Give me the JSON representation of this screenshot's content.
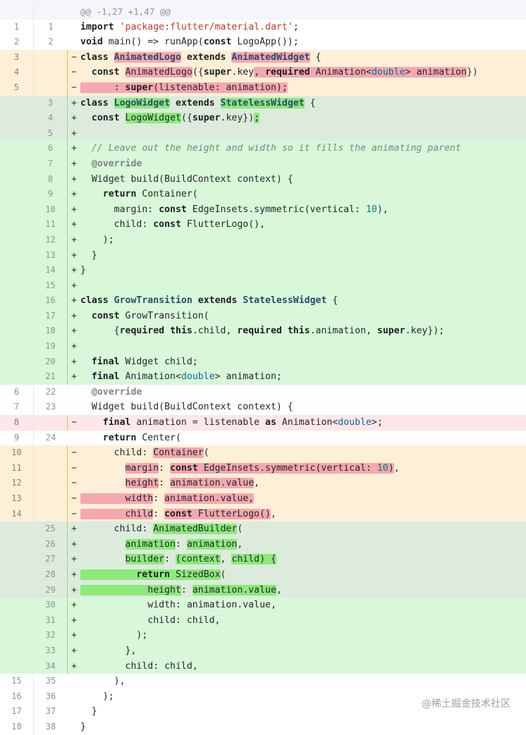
{
  "hunk_header": "@@ -1,27 +1,47 @@",
  "watermark": "@稀土掘金技术社区",
  "lines": [
    {
      "type": "ctx",
      "old": "1",
      "new": "1",
      "sign": "",
      "html": "<span class='k'>import</span> <span class='s'>'package:flutter/material.dart'</span>;"
    },
    {
      "type": "ctx",
      "old": "2",
      "new": "2",
      "sign": "",
      "html": "<span class='k'>void</span> main() =&gt; runApp(<span class='k'>const</span> LogoApp());"
    },
    {
      "type": "del",
      "old": "3",
      "new": "",
      "sign": "−",
      "html": "<span class='k'>class</span> <span class='hd cls'>AnimatedLogo</span> <span class='k'>extends</span> <span class='hd cls'>AnimatedWidget</span> {"
    },
    {
      "type": "del",
      "old": "4",
      "new": "",
      "sign": "−",
      "html": "  <span class='k'>const</span> <span class='hd'>AnimatedLogo</span>({<span class='k'>super</span>.key<span class='hd'>, <span class='k'>required</span> Animation&lt;<span class='t'>double</span>&gt; animation</span>})"
    },
    {
      "type": "del",
      "old": "5",
      "new": "",
      "sign": "−",
      "html": "<span class='hd'>      : <span class='k'>super</span>(listenable: animation);</span>"
    },
    {
      "type": "add mod",
      "old": "",
      "new": "3",
      "sign": "+",
      "html": "<span class='k'>class</span> <span class='ha cls'>LogoWidget</span> <span class='k'>extends</span> <span class='ha cls'>StatelessWidget</span> {"
    },
    {
      "type": "add mod",
      "old": "",
      "new": "4",
      "sign": "+",
      "html": "  <span class='k'>const</span> <span class='ha'>LogoWidget</span>({<span class='k'>super</span>.key})<span class='ha'>;</span>"
    },
    {
      "type": "add mod",
      "old": "",
      "new": "5",
      "sign": "+",
      "html": ""
    },
    {
      "type": "add",
      "old": "",
      "new": "6",
      "sign": "+",
      "html": "  <span class='c'>// Leave out the height and width so it fills the animating parent</span>"
    },
    {
      "type": "add",
      "old": "",
      "new": "7",
      "sign": "+",
      "html": "  <span class='a'>@override</span>"
    },
    {
      "type": "add",
      "old": "",
      "new": "8",
      "sign": "+",
      "html": "  Widget build(BuildContext context) {"
    },
    {
      "type": "add",
      "old": "",
      "new": "9",
      "sign": "+",
      "html": "    <span class='k'>return</span> Container("
    },
    {
      "type": "add",
      "old": "",
      "new": "10",
      "sign": "+",
      "html": "      margin: <span class='k'>const</span> EdgeInsets.symmetric(vertical: <span class='n'>10</span>),"
    },
    {
      "type": "add",
      "old": "",
      "new": "11",
      "sign": "+",
      "html": "      child: <span class='k'>const</span> FlutterLogo(),"
    },
    {
      "type": "add",
      "old": "",
      "new": "12",
      "sign": "+",
      "html": "    );"
    },
    {
      "type": "add",
      "old": "",
      "new": "13",
      "sign": "+",
      "html": "  }"
    },
    {
      "type": "add",
      "old": "",
      "new": "14",
      "sign": "+",
      "html": "}"
    },
    {
      "type": "add",
      "old": "",
      "new": "15",
      "sign": "+",
      "html": ""
    },
    {
      "type": "add",
      "old": "",
      "new": "16",
      "sign": "+",
      "html": "<span class='k'>class</span> <span class='cls'>GrowTransition</span> <span class='k'>extends</span> <span class='cls'>StatelessWidget</span> {"
    },
    {
      "type": "add",
      "old": "",
      "new": "17",
      "sign": "+",
      "html": "  <span class='k'>const</span> GrowTransition("
    },
    {
      "type": "add",
      "old": "",
      "new": "18",
      "sign": "+",
      "html": "      {<span class='k'>required</span> <span class='k'>this</span>.child, <span class='k'>required</span> <span class='k'>this</span>.animation, <span class='k'>super</span>.key});"
    },
    {
      "type": "add",
      "old": "",
      "new": "19",
      "sign": "+",
      "html": ""
    },
    {
      "type": "add",
      "old": "",
      "new": "20",
      "sign": "+",
      "html": "  <span class='k'>final</span> Widget child;"
    },
    {
      "type": "add",
      "old": "",
      "new": "21",
      "sign": "+",
      "html": "  <span class='k'>final</span> Animation&lt;<span class='t'>double</span>&gt; animation;"
    },
    {
      "type": "ctx",
      "old": "6",
      "new": "22",
      "sign": "",
      "html": "  <span class='a'>@override</span>"
    },
    {
      "type": "ctx",
      "old": "7",
      "new": "23",
      "sign": "",
      "html": "  Widget build(BuildContext context) {"
    },
    {
      "type": "del full",
      "old": "8",
      "new": "",
      "sign": "−",
      "html": "    <span class='k'>final</span> animation = listenable <span class='k'>as</span> Animation&lt;<span class='t'>double</span>&gt;;"
    },
    {
      "type": "ctx",
      "old": "9",
      "new": "24",
      "sign": "",
      "html": "    <span class='k'>return</span> Center("
    },
    {
      "type": "del",
      "old": "10",
      "new": "",
      "sign": "−",
      "html": "      child: <span class='hd'>Container</span>("
    },
    {
      "type": "del",
      "old": "11",
      "new": "",
      "sign": "−",
      "html": "        <span class='hd'>margin</span>: <span class='hd'><span class='k'>const</span> EdgeInsets.symmetric(vertical: <span class='n'>10</span>)</span>,"
    },
    {
      "type": "del",
      "old": "12",
      "new": "",
      "sign": "−",
      "html": "        <span class='hd'>height</span>: <span class='hd'>animation.value</span>,"
    },
    {
      "type": "del",
      "old": "13",
      "new": "",
      "sign": "−",
      "html": "<span class='hd'>        width</span>: <span class='hd'>animation.value,</span>"
    },
    {
      "type": "del",
      "old": "14",
      "new": "",
      "sign": "−",
      "html": "<span class='hd'>        child</span>: <span class='hd'><span class='k'>const</span> FlutterLogo()</span>,"
    },
    {
      "type": "add mod",
      "old": "",
      "new": "25",
      "sign": "+",
      "html": "      child: <span class='ha'>AnimatedBuilder</span>("
    },
    {
      "type": "add mod",
      "old": "",
      "new": "26",
      "sign": "+",
      "html": "        <span class='ha'>animation</span>: <span class='ha'>animation</span>,"
    },
    {
      "type": "add mod",
      "old": "",
      "new": "27",
      "sign": "+",
      "html": "        <span class='ha'>builder</span>: <span class='ha'>(context</span>, <span class='ha'>child) {</span>"
    },
    {
      "type": "add mod",
      "old": "",
      "new": "28",
      "sign": "+",
      "html": "<span class='ha'>          <span class='k'>return</span> </span><span class='ha'>SizedBox</span>("
    },
    {
      "type": "add mod",
      "old": "",
      "new": "29",
      "sign": "+",
      "html": "<span class='ha'>            height</span>: <span class='ha'>animation.value</span>,"
    },
    {
      "type": "add",
      "old": "",
      "new": "30",
      "sign": "+",
      "html": "            width: animation.value,"
    },
    {
      "type": "add",
      "old": "",
      "new": "31",
      "sign": "+",
      "html": "            child: child,"
    },
    {
      "type": "add",
      "old": "",
      "new": "32",
      "sign": "+",
      "html": "          );"
    },
    {
      "type": "add",
      "old": "",
      "new": "33",
      "sign": "+",
      "html": "        },"
    },
    {
      "type": "add",
      "old": "",
      "new": "34",
      "sign": "+",
      "html": "        child: child,"
    },
    {
      "type": "ctx",
      "old": "15",
      "new": "35",
      "sign": "",
      "html": "      ),"
    },
    {
      "type": "ctx",
      "old": "16",
      "new": "36",
      "sign": "",
      "html": "    );"
    },
    {
      "type": "ctx",
      "old": "17",
      "new": "37",
      "sign": "",
      "html": "  }"
    },
    {
      "type": "ctx",
      "old": "18",
      "new": "38",
      "sign": "",
      "html": "}"
    }
  ]
}
